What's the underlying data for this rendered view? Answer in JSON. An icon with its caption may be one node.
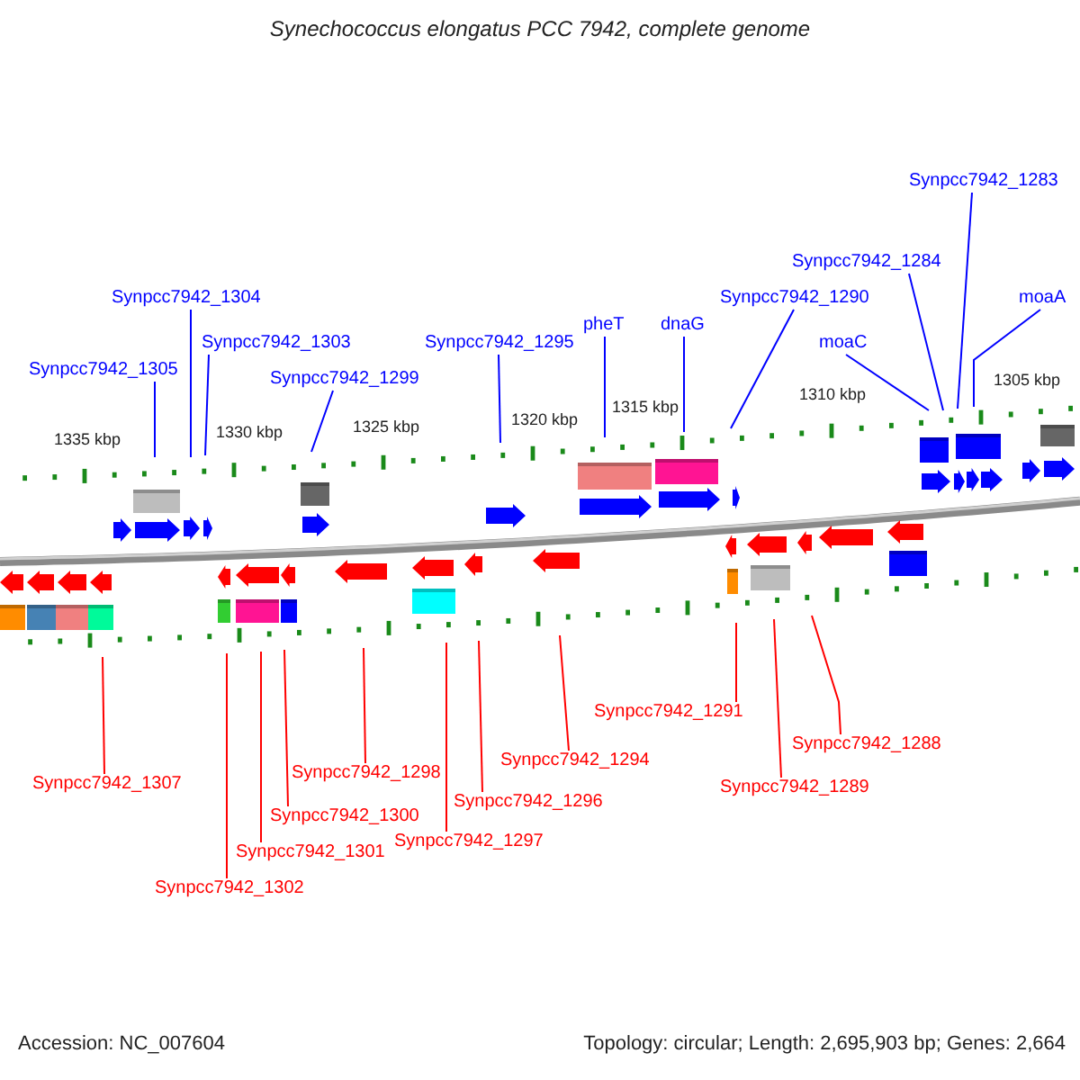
{
  "diagram": {
    "title": "Synechococcus elongatus PCC 7942, complete genome",
    "nodes": [
      {
        "text": [
          "Synpcc7942_1305"
        ]
      },
      {
        "text": [
          "Synpcc7942_1304"
        ]
      },
      {
        "text": [
          "Synpcc7942_1303"
        ]
      },
      {
        "text": [
          "Synpcc7942_1299"
        ]
      },
      {
        "text": [
          "Synpcc7942_1295"
        ]
      },
      {
        "text": [
          "pheT"
        ]
      },
      {
        "text": [
          "dnaG"
        ]
      },
      {
        "text": [
          "Synpcc7942_1290"
        ]
      },
      {
        "text": [
          "moaC"
        ]
      },
      {
        "text": [
          "Synpcc7942_1284"
        ]
      },
      {
        "text": [
          "Synpcc7942_1283"
        ]
      },
      {
        "text": [
          "moaA"
        ]
      },
      {
        "text": [
          "Synpcc7942_1307"
        ]
      },
      {
        "text": [
          "Synpcc7942_1302"
        ]
      },
      {
        "text": [
          "Synpcc7942_1301"
        ]
      },
      {
        "text": [
          "Synpcc7942_1300"
        ]
      },
      {
        "text": [
          "Synpcc7942_1298"
        ]
      },
      {
        "text": [
          "Synpcc7942_1297"
        ]
      },
      {
        "text": [
          "Synpcc7942_1296"
        ]
      },
      {
        "text": [
          "Synpcc7942_1294"
        ]
      },
      {
        "text": [
          "Synpcc7942_1291"
        ]
      },
      {
        "text": [
          "Synpcc7942_1289"
        ]
      },
      {
        "text": [
          "Synpcc7942_1288"
        ]
      }
    ],
    "edges": [
      {
        "from": 0,
        "to": null,
        "arrow": "none"
      },
      {
        "from": 1,
        "to": null,
        "arrow": "none"
      },
      {
        "from": 2,
        "to": null,
        "arrow": "none"
      },
      {
        "from": 3,
        "to": null,
        "arrow": "none"
      },
      {
        "from": 4,
        "to": null,
        "arrow": "none"
      },
      {
        "from": 5,
        "to": null,
        "arrow": "none"
      },
      {
        "from": 6,
        "to": null,
        "arrow": "none"
      },
      {
        "from": 7,
        "to": null,
        "arrow": "none"
      },
      {
        "from": 8,
        "to": null,
        "arrow": "none"
      },
      {
        "from": 9,
        "to": null,
        "arrow": "none"
      },
      {
        "from": 10,
        "to": null,
        "arrow": "none"
      },
      {
        "from": 11,
        "to": null,
        "arrow": "none"
      },
      {
        "from": 12,
        "to": null,
        "arrow": "none",
        "color": "#ff0000"
      },
      {
        "from": 13,
        "to": null,
        "arrow": "none",
        "color": "#ff0000"
      },
      {
        "from": 14,
        "to": null,
        "arrow": "none",
        "color": "#ff0000"
      },
      {
        "from": 15,
        "to": null,
        "arrow": "none",
        "color": "#ff0000"
      },
      {
        "from": 16,
        "to": null,
        "arrow": "none",
        "color": "#ff0000"
      },
      {
        "from": 17,
        "to": null,
        "arrow": "none",
        "color": "#ff0000"
      },
      {
        "from": 18,
        "to": null,
        "arrow": "none",
        "color": "#ff0000"
      },
      {
        "from": 19,
        "to": null,
        "arrow": "none",
        "color": "#ff0000"
      },
      {
        "from": 20,
        "to": null,
        "arrow": "none",
        "color": "#ff0000"
      },
      {
        "from": 21,
        "to": null,
        "arrow": "none",
        "color": "#ff0000"
      },
      {
        "from": 22,
        "to": null,
        "arrow": "none",
        "color": "#ff0000"
      }
    ],
    "labels": [
      "1335 kbp",
      "1330 kbp",
      "1325 kbp",
      "1320 kbp",
      "1315 kbp",
      "1310 kbp",
      "1305 kbp",
      "Accession: NC_007604",
      "Topology: circular; Length: 2,695,903 bp; Genes: 2,664"
    ]
  }
}
